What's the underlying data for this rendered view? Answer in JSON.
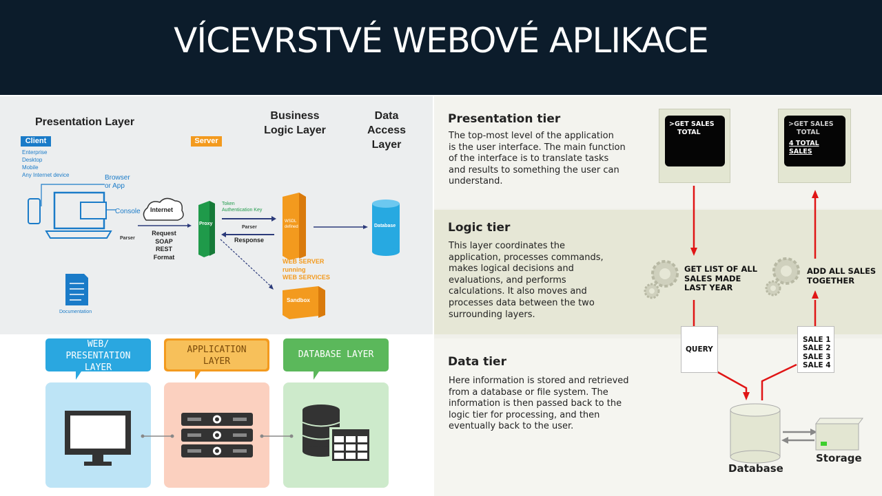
{
  "title": "VÍCEVRSTVÉ WEBOVÉ APLIKACE",
  "left_top": {
    "presentation_layer": "Presentation Layer",
    "business_logic_line1": "Business",
    "business_logic_line2": "Logic Layer",
    "data_access_line1": "Data",
    "data_access_line2": "Access Layer",
    "client_label": "Client",
    "client_items": [
      "Enterprise",
      "Desktop",
      "Mobile",
      "Any Internet device"
    ],
    "server_label": "Server",
    "browser_label_1": "Browser",
    "browser_label_2": "or App",
    "console_label": "Console",
    "internet_label": "Internet",
    "parser_left": "Parser",
    "request_lines": [
      "Request",
      "SOAP",
      "REST",
      "Format"
    ],
    "proxy_label": "Proxy",
    "token_items": [
      "Token",
      "Authentication Key"
    ],
    "parser_mid": "Parser",
    "response_label": "Response",
    "wsdl_line1": "WSDL",
    "wsdl_line2": "defined",
    "web_server_lines": [
      "WEB SERVER",
      "running",
      "WEB SERVICES"
    ],
    "sandbox_label": "Sandbox",
    "database_label": "Database",
    "documentation_label": "Documentation"
  },
  "left_bottom": {
    "web_layer_lines": [
      "WEB/",
      "PRESENTATION",
      "LAYER"
    ],
    "app_layer_lines": [
      "APPLICATION",
      "LAYER"
    ],
    "db_layer_label": "DATABASE LAYER"
  },
  "right": {
    "presentation_title": "Presentation tier",
    "presentation_text": [
      "The top-most level of the application",
      "is the user interface. The main function",
      "of the interface is to translate tasks",
      "and results to something the user can",
      "understand."
    ],
    "logic_title": "Logic tier",
    "logic_text": [
      "This layer coordinates the",
      "application, processes commands,",
      "makes logical decisions and",
      "evaluations, and performs",
      "calculations.  It also moves and",
      "processes data between the two",
      "surrounding layers."
    ],
    "data_title": "Data tier",
    "data_text": [
      "Here information is stored and retrieved",
      "from a database or file system.  The",
      "information is then passed back to the",
      "logic tier for processing, and then",
      "eventually back to the user."
    ],
    "terminal_left_lines": [
      ">GET SALES",
      "TOTAL"
    ],
    "terminal_right_lines": [
      ">GET SALES",
      "TOTAL"
    ],
    "terminal_right_result": "4 TOTAL SALES",
    "step_left_lines": [
      "GET LIST OF ALL",
      "SALES MADE",
      "LAST YEAR"
    ],
    "step_right_lines": [
      "ADD ALL SALES",
      "TOGETHER"
    ],
    "query_label": "QUERY",
    "sales_lines": [
      "SALE 1",
      "SALE 2",
      "SALE 3",
      "SALE 4"
    ],
    "database_caption": "Database",
    "storage_caption": "Storage"
  },
  "colors": {
    "title_bg": "#0c1c2b",
    "blue": "#1a7bc8",
    "orange": "#f39a1e",
    "green": "#1f9a4a",
    "cyan": "#27a9e1",
    "arrow_red": "#e01515"
  }
}
